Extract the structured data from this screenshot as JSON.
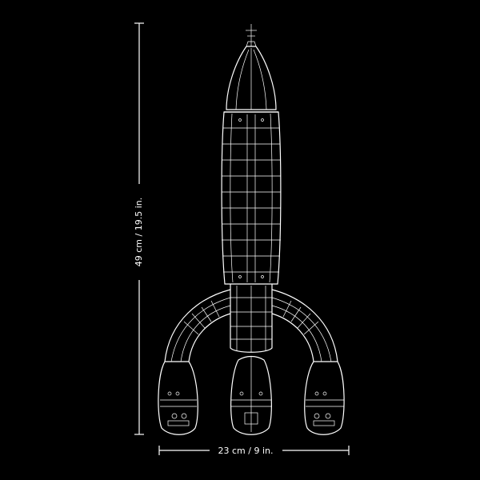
{
  "figure": {
    "subject_icon": "rocket-line-drawing",
    "colors": {
      "background": "#000000",
      "lines": "#ffffff"
    }
  },
  "dimensions": {
    "height_label": "49 cm / 19.5 in.",
    "width_label": "23 cm / 9 in."
  }
}
